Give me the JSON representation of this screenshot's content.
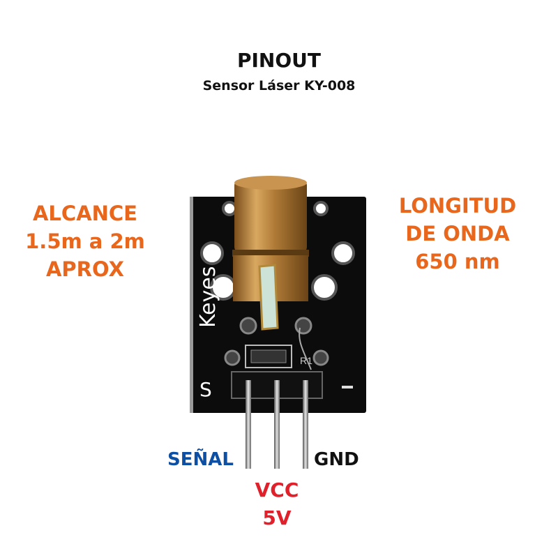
{
  "header": {
    "title": "PINOUT",
    "subtitle": "Sensor Láser KY-008"
  },
  "range": {
    "line1": "ALCANCE",
    "line2": "1.5m a 2m",
    "line3": "APROX"
  },
  "wavelength": {
    "line1": "LONGITUD",
    "line2": "DE ONDA",
    "line3": "650 nm"
  },
  "pins": {
    "signal": "SEÑAL",
    "vcc": "VCC",
    "vcc_voltage": "5V",
    "gnd": "GND"
  },
  "board": {
    "brand": "Keyes",
    "pin_mark_s": "S",
    "pin_mark_minus": "-",
    "resistor_label": "R1"
  },
  "colors": {
    "orange": "#e8671c",
    "blue": "#0d4fa3",
    "red": "#e0202a"
  }
}
